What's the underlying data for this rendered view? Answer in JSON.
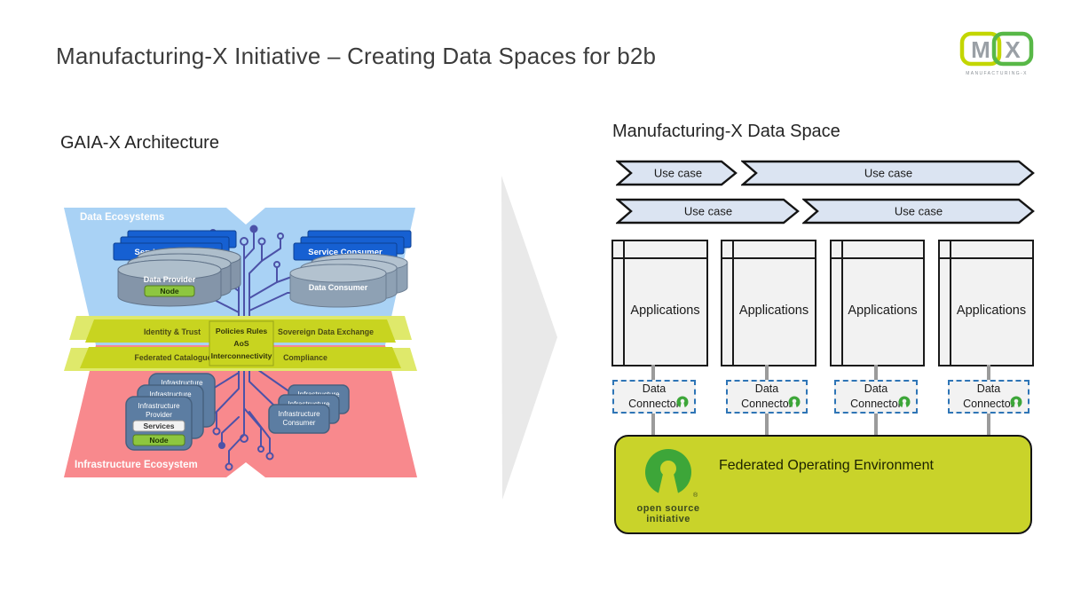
{
  "slide": {
    "title": "Manufacturing-X Initiative – Creating Data Spaces for b2b",
    "logo_m": "M",
    "logo_x": "X",
    "logo_caption": "MANUFACTURING-X"
  },
  "gaia": {
    "heading": "GAIA-X Architecture",
    "data_ecosystems": "Data Ecosystems",
    "infrastructure_ecosystem": "Infrastructure Ecosystem",
    "service_provider": "Service Provider",
    "data_provider": "Data Provider",
    "node": "Node",
    "service_consumer": "Service Consumer",
    "data_consumer": "Data Consumer",
    "identity_trust": "Identity & Trust",
    "sovereign_data_exchange": "Sovereign Data Exchange",
    "federated_catalogue": "Federated Catalogue",
    "compliance": "Compliance",
    "policies_rules": "Policies Rules",
    "aos": "AoS",
    "interconnectivity": "Interconnectivity",
    "infrastructure": "Infrastructure",
    "provider": "Provider",
    "consumer": "Consumer",
    "services": "Services"
  },
  "dataspace": {
    "heading": "Manufacturing-X Data Space",
    "use_cases": [
      "Use case",
      "Use case",
      "Use case",
      "Use case"
    ],
    "applications": [
      "Applications",
      "Applications",
      "Applications",
      "Applications"
    ],
    "connectors": [
      "Data Connector",
      "Data Connector",
      "Data Connector",
      "Data Connector"
    ],
    "foe_label": "Federated Operating Environment",
    "osi_line1": "open source",
    "osi_line2": "initiative",
    "osi_reg": "®"
  },
  "colors": {
    "data_ecosystem_blue": "#a9d2f5",
    "infrastructure_red": "#f8898d",
    "federation_bar_green": "#c8d420",
    "service_box_blue": "#1660d2",
    "node_green": "#8dc63f",
    "circuit_purple": "#4c52a8",
    "usecase_fill": "#dbe4f2",
    "connector_border_blue": "#2e75b6",
    "foe_green": "#c9d32a",
    "osi_green": "#3da639",
    "arrow_gray": "#e9e9e9"
  }
}
